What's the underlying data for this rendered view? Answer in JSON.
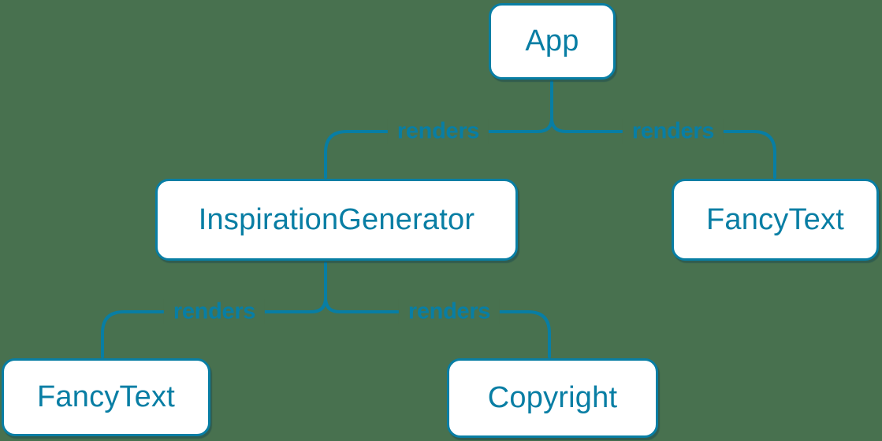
{
  "colors": {
    "accent": "#087ea4",
    "background": "#48714f",
    "node_background": "#ffffff"
  },
  "tree": {
    "nodes": [
      {
        "id": "app",
        "label": "App"
      },
      {
        "id": "inspiration-generator",
        "label": "InspirationGenerator"
      },
      {
        "id": "fancy-text-top",
        "label": "FancyText"
      },
      {
        "id": "fancy-text-bottom",
        "label": "FancyText"
      },
      {
        "id": "copyright",
        "label": "Copyright"
      }
    ],
    "edges": [
      {
        "from": "App",
        "to": "InspirationGenerator",
        "label": "renders"
      },
      {
        "from": "App",
        "to": "FancyText",
        "label": "renders"
      },
      {
        "from": "InspirationGenerator",
        "to": "FancyText",
        "label": "renders"
      },
      {
        "from": "InspirationGenerator",
        "to": "Copyright",
        "label": "renders"
      }
    ]
  }
}
